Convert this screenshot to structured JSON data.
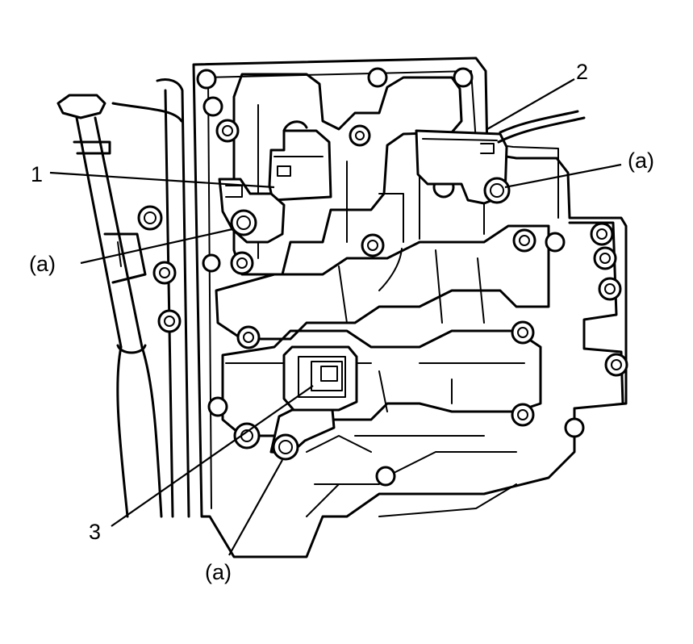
{
  "callouts": {
    "part1": "1",
    "part2": "2",
    "part3": "3",
    "bolt_a_left": "(a)",
    "bolt_a_right": "(a)",
    "bolt_a_bottom": "(a)"
  }
}
